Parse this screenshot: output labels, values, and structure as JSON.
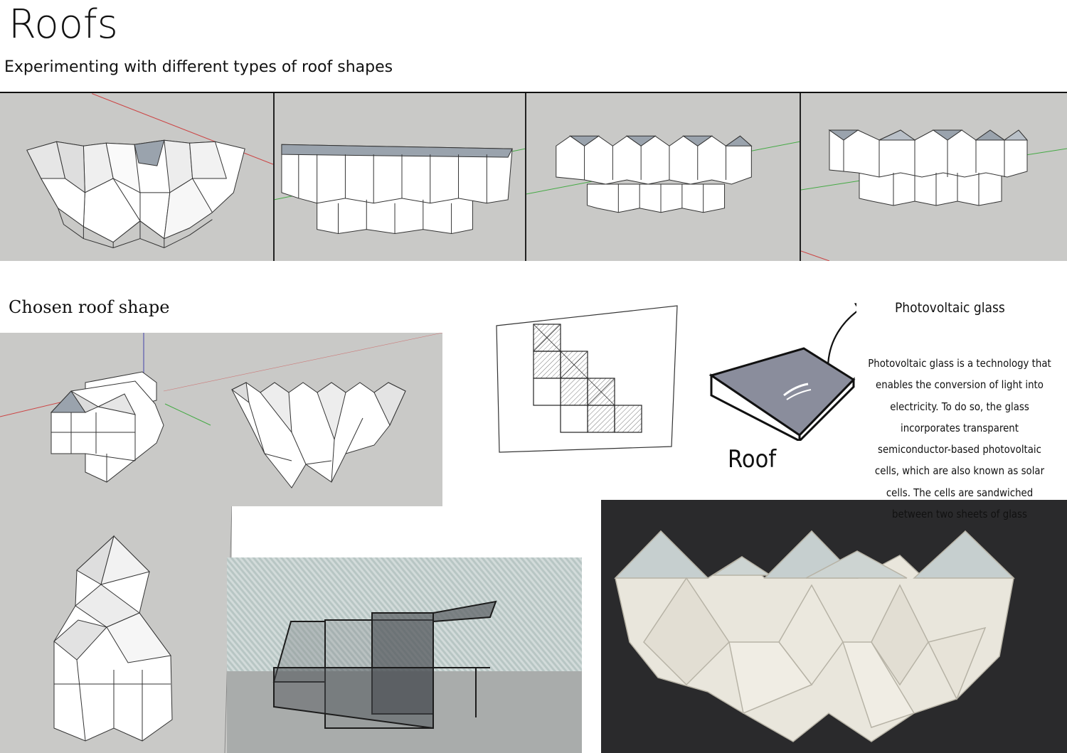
{
  "page": {
    "title": "Roofs",
    "subtitle": "Experimenting with different types of roof shapes",
    "chosen_label": "Chosen roof shape"
  },
  "experiments": [
    {
      "icon": "pyramid-roof-model-render"
    },
    {
      "icon": "sawtooth-roof-model-render"
    },
    {
      "icon": "sawtooth-roof-model-render"
    },
    {
      "icon": "sawtooth-roof-model-render"
    }
  ],
  "photovoltaic": {
    "title": "Photovoltaic glass",
    "description": "Photovoltaic glass is a technology that enables the conversion of light into electricity. To do so, the glass incorporates transparent semiconductor-based photovoltaic cells, which are also known as solar cells. The cells are sandwiched between two sheets of glass",
    "roof_label": "Roof",
    "glass_color": "#8a8d9c"
  },
  "colors": {
    "render_bg": "#c9c9c7",
    "face_light": "#ffffff",
    "face_mid": "#e6e6e6",
    "face_dark": "#cfcfcf",
    "roof_glass": "#9aa3ad"
  }
}
